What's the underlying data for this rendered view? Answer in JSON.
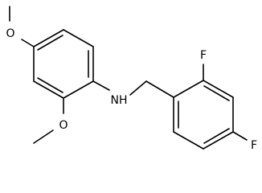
{
  "molecule": {
    "atoms": {
      "amine": "NH",
      "fluorine_2": "F",
      "fluorine_4": "F",
      "methoxy_4": "O",
      "methoxy_2": "O"
    },
    "colors": {
      "stroke": "#000000",
      "background": "#ffffff"
    }
  }
}
